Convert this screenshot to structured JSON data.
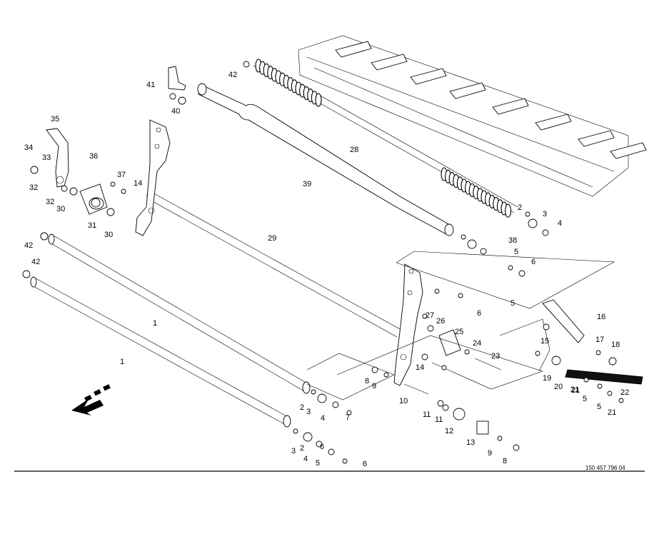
{
  "drawing_number": "150 457 796 04",
  "part_callouts": [
    "1",
    "1",
    "2",
    "2",
    "2",
    "3",
    "3",
    "3",
    "4",
    "4",
    "4",
    "5",
    "5",
    "5",
    "5",
    "5",
    "6",
    "6",
    "6",
    "6",
    "7",
    "8",
    "8",
    "9",
    "9",
    "10",
    "11",
    "11",
    "12",
    "13",
    "14",
    "14",
    "15",
    "16",
    "17",
    "18",
    "19",
    "20",
    "21",
    "21",
    "21",
    "22",
    "23",
    "24",
    "25",
    "26",
    "27",
    "28",
    "29",
    "30",
    "30",
    "31",
    "32",
    "32",
    "33",
    "34",
    "35",
    "36",
    "37",
    "38",
    "39",
    "40",
    "41",
    "42",
    "42",
    "42"
  ],
  "direction_arrow": "travel-direction-arrow",
  "colors": {
    "line": "#000000",
    "background": "#ffffff"
  }
}
